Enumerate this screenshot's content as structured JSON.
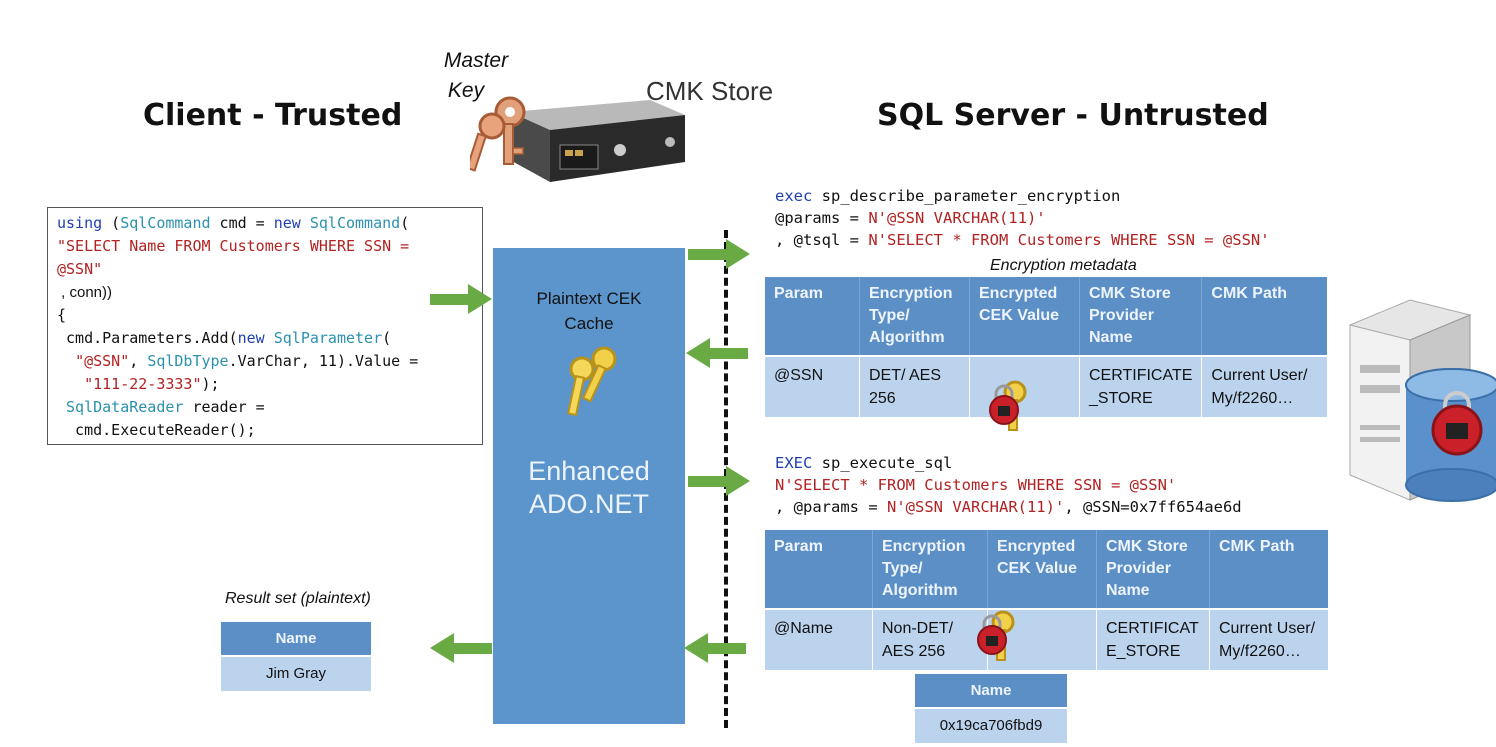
{
  "titles": {
    "client": "Client - Trusted",
    "server": "SQL Server - Untrusted",
    "store": "CMK Store",
    "master_key": [
      "Master",
      "Key"
    ]
  },
  "client_code": {
    "line1": {
      "p1": "using",
      "p2": " (",
      "p3": "SqlCommand",
      "p4": " cmd = ",
      "p5": "new",
      "p6": " ",
      "p7": "SqlCommand",
      "p8": "("
    },
    "line2": "\"SELECT Name FROM Customers WHERE SSN =",
    "line3a": "@SSN",
    "line3b": "\"",
    "line4": " , conn))",
    "line5": "{",
    "line6": {
      "p1": " cmd.Parameters.Add(",
      "p2": "new",
      "p3": " ",
      "p4": "SqlParameter",
      "p5": "("
    },
    "line7": {
      "p1": "  ",
      "p2": "\"@SSN\"",
      "p3": ", ",
      "p4": "SqlDbType",
      "p5": ".VarChar, 11).Value ="
    },
    "line8": {
      "p1": "   ",
      "p2": "\"111-22-3333\"",
      "p3": ");"
    },
    "line9": {
      "p1": " ",
      "p2": "SqlDataReader",
      "p3": " reader ="
    },
    "line10": "  cmd.ExecuteReader();"
  },
  "ado": {
    "cache_label_1": "Plaintext CEK",
    "cache_label_2": "Cache",
    "name_1": "Enhanced",
    "name_2": "ADO.NET"
  },
  "describe_call": {
    "l1": {
      "kw": "exec",
      "rest": " sp_describe_parameter_encryption"
    },
    "l2": {
      "a": "@params",
      "b": " = ",
      "c": "N'@SSN VARCHAR(11)'"
    },
    "l3": {
      "a": ", @tsql",
      "b": " = ",
      "c": "N'SELECT * FROM Customers WHERE SSN = @SSN'"
    }
  },
  "metadata_label": "Encryption metadata",
  "table1": {
    "headers": [
      [
        "Param"
      ],
      [
        "Encryption",
        "Type/",
        "Algorithm"
      ],
      [
        "Encrypted",
        "CEK Value"
      ],
      [
        "CMK Store",
        "Provider",
        "Name"
      ],
      [
        "CMK Path"
      ]
    ],
    "row": [
      [
        "@SSN"
      ],
      [
        "DET/ AES",
        "256"
      ],
      [
        ""
      ],
      [
        "CERTIFICATE",
        "_STORE"
      ],
      [
        "Current User/",
        "My/f2260…"
      ]
    ]
  },
  "execute_call": {
    "l1": {
      "kw": "EXEC",
      "rest": " sp_execute_sql"
    },
    "l2": "N'SELECT * FROM Customers WHERE SSN = @SSN'",
    "l3": {
      "a": ", @params",
      "b": " = ",
      "c": "N'@SSN VARCHAR(11)'",
      "d": ", @SSN=0x7ff654ae6d"
    }
  },
  "table2": {
    "headers": [
      [
        "Param"
      ],
      [
        "Encryption",
        "Type/",
        "Algorithm"
      ],
      [
        "Encrypted",
        "CEK Value"
      ],
      [
        "CMK Store",
        "Provider",
        "Name"
      ],
      [
        "CMK Path"
      ]
    ],
    "row": [
      [
        "@Name"
      ],
      [
        "Non-DET/",
        "AES 256"
      ],
      [
        ""
      ],
      [
        "CERTIFICAT",
        "E_STORE"
      ],
      [
        "Current User/",
        "My/f2260…"
      ]
    ]
  },
  "result_label": "Result set (plaintext)",
  "result_table": {
    "header": "Name",
    "value": "Jim Gray"
  },
  "server_result": {
    "header": "Name",
    "value": "0x19ca706fbd9"
  },
  "colors": {
    "ado_blue": "#5b95cc",
    "table_header": "#5b8fc6",
    "table_cell": "#bcd3ee",
    "arrow_green": "#6aaa45"
  }
}
